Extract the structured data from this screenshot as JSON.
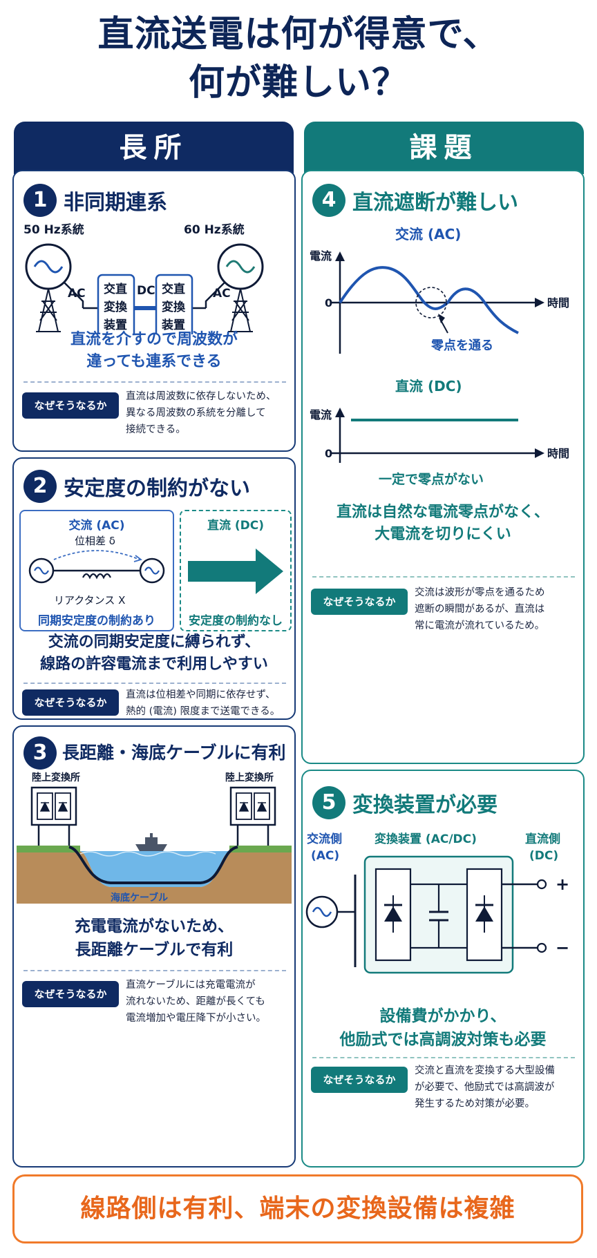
{
  "title": {
    "line1": "直流送電は何が得意で、",
    "line2": "何が難しい？"
  },
  "columns": {
    "left": "長所",
    "right": "課題"
  },
  "why_label": "なぜそうなるか",
  "cards": {
    "c1": {
      "num": "1",
      "heading": "非同期連系",
      "left_system": "50 Hz系統",
      "right_system": "60 Hz系統",
      "ac_label": "AC",
      "dc_label": "DC",
      "converter_lines": [
        "交直",
        "変換",
        "装置"
      ],
      "summary": [
        "直流を介すので周波数が",
        "違っても連系できる"
      ],
      "why": [
        "直流は周波数に依存しないため、",
        "異なる周波数の系統を分離して",
        "接続できる。"
      ]
    },
    "c2": {
      "num": "2",
      "heading": "安定度の制約がない",
      "ac_title": "交流 (AC)",
      "dc_title": "直流 (DC)",
      "phase_label": "位相差 δ",
      "reactance_label": "リアクタンス X",
      "ac_note": "同期安定度の制約あり",
      "dc_note": "安定度の制約なし",
      "summary": [
        "交流の同期安定度に縛られず、",
        "線路の許容電流まで利用しやすい"
      ],
      "why": [
        "直流は位相差や同期に依存せず、",
        "熱的 (電流) 限度まで送電できる。"
      ]
    },
    "c3": {
      "num": "3",
      "heading": "長距離・海底ケーブルに有利",
      "station_left": "陸上変換所",
      "station_right": "陸上変換所",
      "cable_label": "海底ケーブル",
      "summary": [
        "充電電流がないため、",
        "長距離ケーブルで有利"
      ],
      "why": [
        "直流ケーブルには充電電流が",
        "流れないため、距離が長くても",
        "電流増加や電圧降下が小さい。"
      ]
    },
    "c4": {
      "num": "4",
      "heading": "直流遮断が難しい",
      "ac_title": "交流 (AC)",
      "dc_title": "直流 (DC)",
      "ylabel": "電流",
      "xlabel": "時間",
      "zero": "0",
      "zero_cross": "零点を通る",
      "dc_note": "一定で零点がない",
      "summary": [
        "直流は自然な電流零点がなく、",
        "大電流を切りにくい"
      ],
      "why": [
        "交流は波形が零点を通るため",
        "遮断の瞬間があるが、直流は",
        "常に電流が流れているため。"
      ]
    },
    "c5": {
      "num": "5",
      "heading": "変換装置が必要",
      "ac_side": [
        "交流側",
        "(AC)"
      ],
      "converter": "変換装置 (AC/DC)",
      "dc_side": [
        "直流側",
        "(DC)"
      ],
      "plus": "+",
      "minus": "−",
      "summary": [
        "設備費がかかり、",
        "他励式では高調波対策も必要"
      ],
      "why": [
        "交流と直流を変換する大型設備",
        "が必要で、他励式では高調波が",
        "発生するため対策が必要。"
      ]
    }
  },
  "footer": "線路側は有利、端末の変換設備は複雑",
  "colors": {
    "navy": "#0f2a62",
    "teal": "#127a7a",
    "orange": "#e8671c",
    "blue": "#1f55b0"
  }
}
